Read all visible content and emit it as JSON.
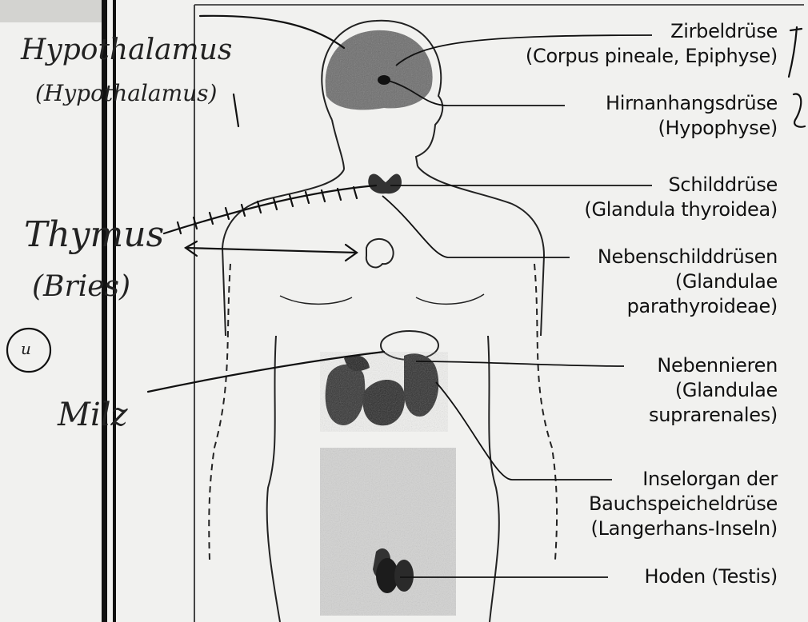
{
  "labels": {
    "zirbel": [
      "Zirbeldrüse",
      "(Corpus pineale, Epiphyse)"
    ],
    "hirnanhang": [
      "Hirnanhangsdrüse",
      "(Hypophyse)"
    ],
    "schild": [
      "Schilddrüse",
      "(Glandula thyroidea)"
    ],
    "nebenschild": [
      "Nebenschilddrüsen",
      "(Glandulae",
      "parathyroideae)"
    ],
    "nebennieren": [
      "Nebennieren",
      "(Glandulae",
      "suprarenales)"
    ],
    "insel": [
      "Inselorgan der",
      "Bauchspeicheldrüse",
      "(Langerhans-Inseln)"
    ],
    "hoden": [
      "Hoden (Testis)"
    ]
  },
  "handwritten": {
    "hypothalamus": "Hypothalamus",
    "hypothalamus_sub": "(Hypothalamus)",
    "thymus": "Thymus",
    "thymus_sub": "(Bries)",
    "milz": "Milz",
    "circle_mark": "u",
    "margin_mark_1": "7",
    "margin_mark_2": "2"
  },
  "colors": {
    "background": "#f1f1ef",
    "ink": "#111111",
    "organ_shade": "#3a3a3a"
  }
}
